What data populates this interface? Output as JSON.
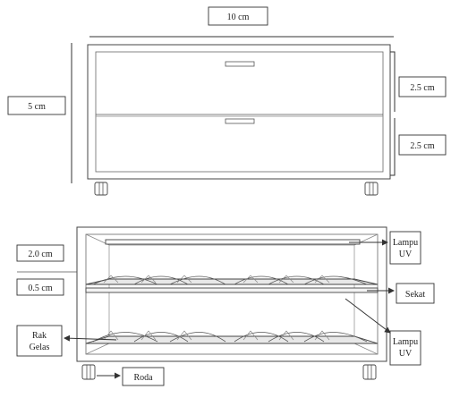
{
  "top_view": {
    "width_label": "10 cm",
    "height_label": "5 cm",
    "drawer_top_label": "2.5 cm",
    "drawer_bottom_label": "2.5 cm"
  },
  "bottom_view": {
    "dim_top_label": "2.0 cm",
    "dim_mid_label": "0.5 cm",
    "lamp_top_label": [
      "Lampu",
      "UV"
    ],
    "divider_label": "Sekat",
    "lamp_bottom_label": [
      "Lampu",
      "UV"
    ],
    "rack_label": [
      "Rak",
      "Gelas"
    ],
    "wheel_label": "Roda"
  }
}
